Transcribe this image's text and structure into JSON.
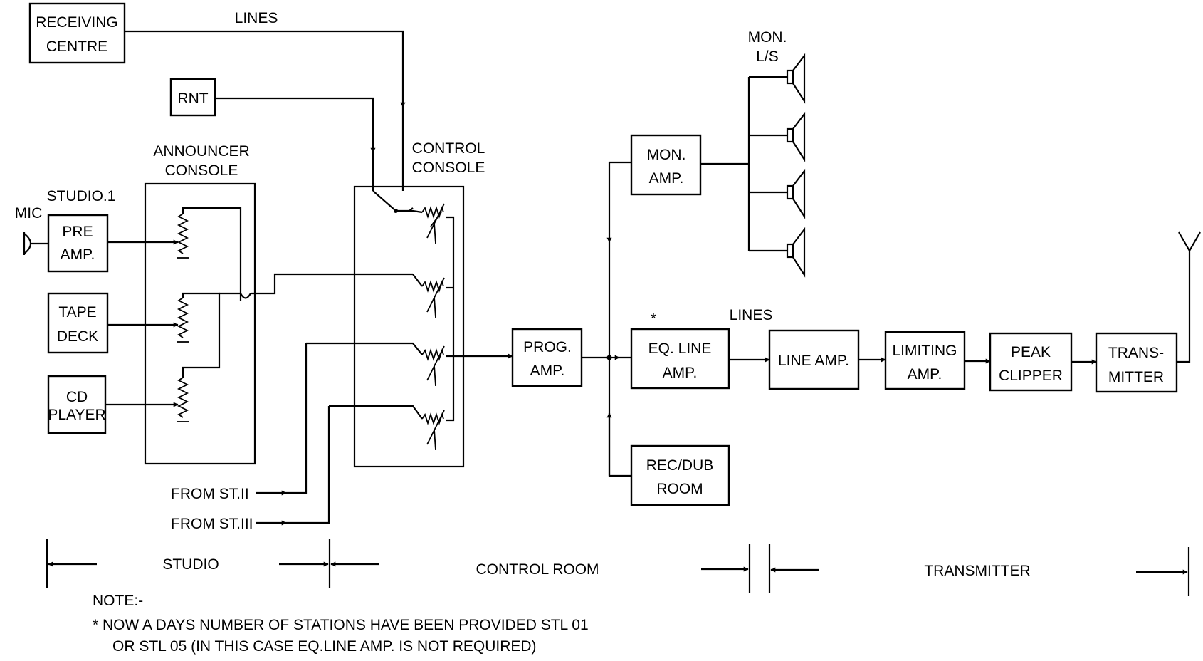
{
  "blocks": {
    "receiving_centre": [
      "RECEIVING",
      "CENTRE"
    ],
    "rnt": [
      "RNT"
    ],
    "pre_amp": [
      "PRE",
      "AMP."
    ],
    "tape_deck": [
      "TAPE",
      "DECK"
    ],
    "cd_player": [
      "CD",
      "PLAYER"
    ],
    "prog_amp": [
      "PROG.",
      "AMP."
    ],
    "mon_amp": [
      "MON.",
      "AMP."
    ],
    "eq_line_amp": [
      "EQ. LINE",
      "AMP."
    ],
    "rec_dub_room": [
      "REC/DUB",
      "ROOM"
    ],
    "line_amp": [
      "LINE AMP."
    ],
    "limiting_amp": [
      "LIMITING",
      "AMP."
    ],
    "peak_clipper": [
      "PEAK",
      "CLIPPER"
    ],
    "transmitter": [
      "TRANS-",
      "MITTER"
    ]
  },
  "labels": {
    "lines_top": "LINES",
    "lines_mid": "LINES",
    "announcer_console": [
      "ANNOUNCER",
      "CONSOLE"
    ],
    "control_console": [
      "CONTROL",
      "CONSOLE"
    ],
    "studio1": "STUDIO.1",
    "mic": "MIC",
    "mon_ls": [
      "MON.",
      "L/S"
    ],
    "asterisk": "*",
    "from_st2": "FROM ST.II",
    "from_st3": "FROM ST.III"
  },
  "sections": {
    "studio": "STUDIO",
    "control_room": "CONTROL ROOM",
    "transmitter": "TRANSMITTER"
  },
  "note": {
    "title": "NOTE:-",
    "line1": "* NOW A DAYS NUMBER OF STATIONS HAVE BEEN PROVIDED STL 01",
    "line2": "OR STL 05 (IN THIS CASE EQ.LINE AMP. IS NOT REQUIRED)"
  }
}
